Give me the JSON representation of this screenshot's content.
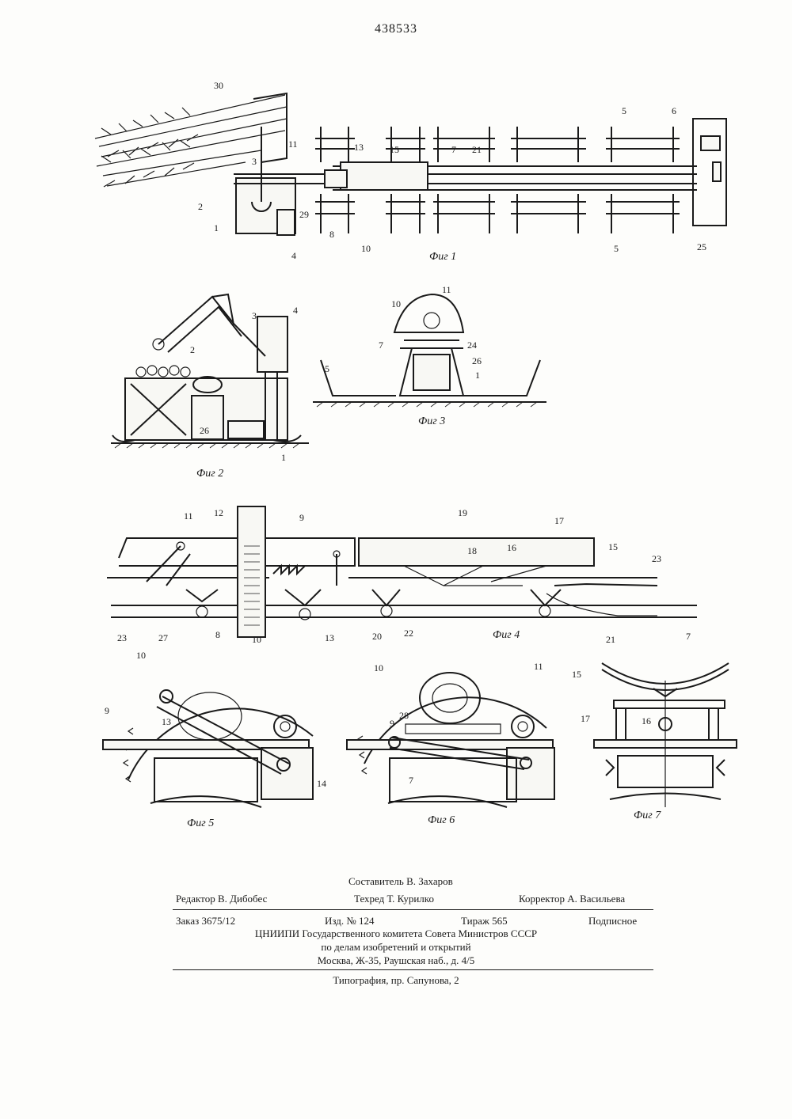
{
  "document": {
    "patent_number": "438533"
  },
  "figures": {
    "fig1": {
      "caption": "Фиг 1",
      "labels": [
        "30",
        "3",
        "11",
        "13",
        "15",
        "7",
        "21",
        "5",
        "6",
        "2",
        "29",
        "1",
        "4",
        "8",
        "10",
        "25",
        "5"
      ]
    },
    "fig2": {
      "caption": "Фиг 2",
      "labels": [
        "3",
        "4",
        "2",
        "26",
        "1"
      ]
    },
    "fig3": {
      "caption": "Фиг 3",
      "labels": [
        "10",
        "11",
        "7",
        "24",
        "26",
        "1",
        "5"
      ]
    },
    "fig4": {
      "caption": "Фиг 4",
      "labels": [
        "11",
        "12",
        "9",
        "19",
        "18",
        "16",
        "17",
        "15",
        "23",
        "23",
        "27",
        "8",
        "10",
        "13",
        "20",
        "22",
        "21",
        "7"
      ]
    },
    "fig5": {
      "caption": "Фиг 5",
      "labels": [
        "10",
        "9",
        "13",
        "14"
      ]
    },
    "fig6": {
      "caption": "Фиг 6",
      "labels": [
        "10",
        "11",
        "28",
        "9",
        "7"
      ]
    },
    "fig7": {
      "caption": "Фиг 7",
      "labels": [
        "15",
        "17",
        "16"
      ]
    }
  },
  "imprint": {
    "compiler": "Составитель В. Захаров",
    "editor": "Редактор В. Дибобес",
    "techred": "Техред Т. Курилко",
    "corrector": "Корректор А. Васильева",
    "order": "Заказ 3675/12",
    "issue": "Изд. № 124",
    "circulation": "Тираж 565",
    "subscription": "Подписное",
    "org_line1": "ЦНИИПИ Государственного комитета Совета Министров СССР",
    "org_line2": "по делам изобретений и открытий",
    "org_line3": "Москва, Ж-35, Раушская наб., д. 4/5",
    "printer": "Типография, пр. Сапунова, 2"
  }
}
